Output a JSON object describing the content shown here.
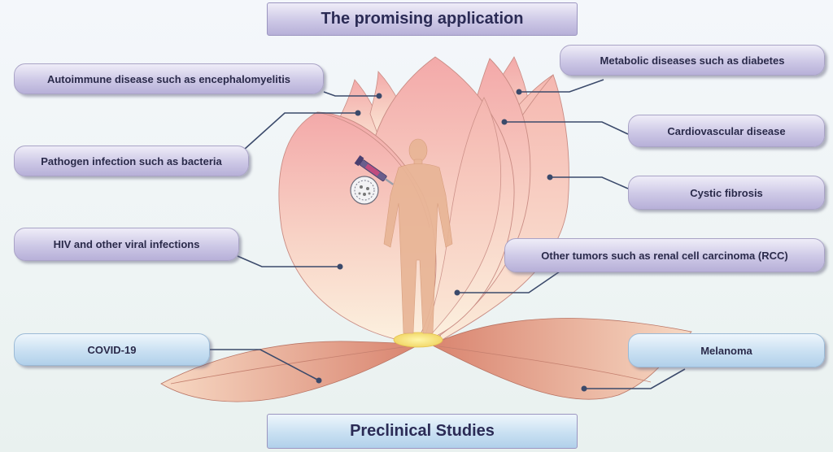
{
  "title": "The promising application",
  "footer": "Preclinical Studies",
  "labels": {
    "autoimmune": "Autoimmune disease such as encephalomyelitis",
    "pathogen": "Pathogen infection such as bacteria",
    "hiv": "HIV and other viral infections",
    "covid": "COVID-19",
    "metabolic": "Metabolic diseases such as diabetes",
    "cardio": "Cardiovascular disease",
    "cystic": "Cystic fibrosis",
    "tumors": "Other tumors such as renal cell carcinoma (RCC)",
    "melanoma": "Melanoma"
  },
  "colors": {
    "petal_top": "#f2a8a8",
    "petal_bottom": "#fbeedd",
    "leaf": "#d98b7a",
    "connector": "#3b4a6b",
    "figure": "#e8b596"
  },
  "icons": [
    "syringe-icon",
    "cell-icon",
    "human-figure-icon"
  ]
}
